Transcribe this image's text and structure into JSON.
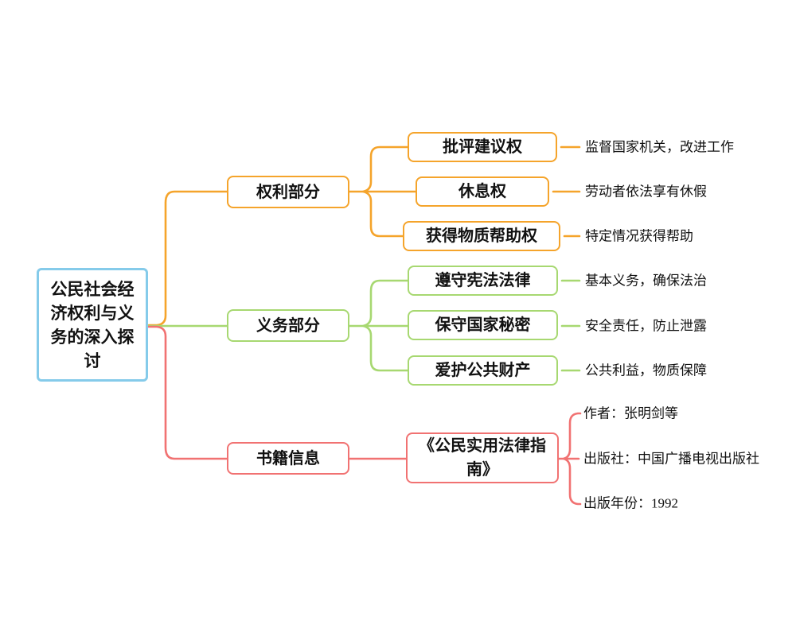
{
  "colors": {
    "canvas": "#FFFFFF",
    "root_border": "#85CBEA",
    "rights": "#F5A42B",
    "duties": "#A7D871",
    "book": "#F17272",
    "text": "#111111"
  },
  "root": {
    "label": "公民社会经济权利与义务的深入探讨"
  },
  "branches": {
    "rights": {
      "label": "权利部分",
      "children": [
        {
          "label": "批评建议权",
          "desc": "监督国家机关，改进工作"
        },
        {
          "label": "休息权",
          "desc": "劳动者依法享有休假"
        },
        {
          "label": "获得物质帮助权",
          "desc": "特定情况获得帮助"
        }
      ]
    },
    "duties": {
      "label": "义务部分",
      "children": [
        {
          "label": "遵守宪法法律",
          "desc": "基本义务，确保法治"
        },
        {
          "label": "保守国家秘密",
          "desc": "安全责任，防止泄露"
        },
        {
          "label": "爱护公共财产",
          "desc": "公共利益，物质保障"
        }
      ]
    },
    "book": {
      "label": "书籍信息",
      "title": "《公民实用法律指南》",
      "details": [
        "作者：张明剑等",
        "出版社：中国广播电视出版社",
        "出版年份：1992"
      ]
    }
  }
}
